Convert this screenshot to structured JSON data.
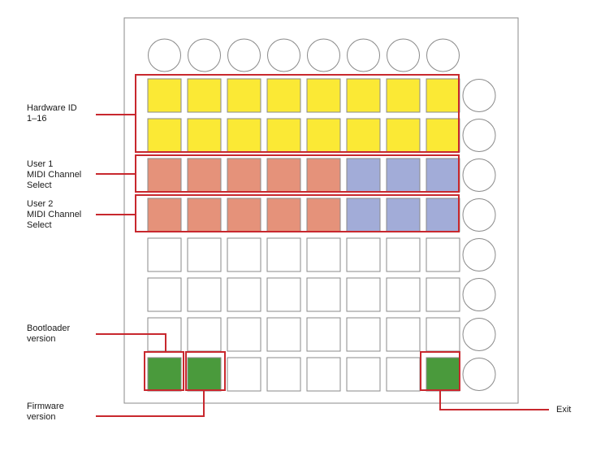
{
  "labels": {
    "hardware_id": [
      "Hardware ID",
      "1–16"
    ],
    "user1": [
      "User 1",
      "MIDI Channel",
      "Select"
    ],
    "user2": [
      "User 2",
      "MIDI Channel",
      "Select"
    ],
    "bootloader": [
      "Bootloader",
      "version"
    ],
    "firmware": [
      "Firmware",
      "version"
    ],
    "exit": "Exit"
  },
  "grid": {
    "rows": [
      [
        "yellow",
        "yellow",
        "yellow",
        "yellow",
        "yellow",
        "yellow",
        "yellow",
        "yellow"
      ],
      [
        "yellow",
        "yellow",
        "yellow",
        "yellow",
        "yellow",
        "yellow",
        "yellow",
        "yellow"
      ],
      [
        "salmon",
        "salmon",
        "salmon",
        "salmon",
        "salmon",
        "blue",
        "blue",
        "blue"
      ],
      [
        "salmon",
        "salmon",
        "salmon",
        "salmon",
        "salmon",
        "blue",
        "blue",
        "blue"
      ],
      [
        "off",
        "off",
        "off",
        "off",
        "off",
        "off",
        "off",
        "off"
      ],
      [
        "off",
        "off",
        "off",
        "off",
        "off",
        "off",
        "off",
        "off"
      ],
      [
        "off",
        "off",
        "off",
        "off",
        "off",
        "off",
        "off",
        "off"
      ],
      [
        "green",
        "green",
        "off",
        "off",
        "off",
        "off",
        "off",
        "green"
      ]
    ],
    "top_buttons": 8,
    "side_buttons": 8
  },
  "colors": {
    "yellow": "#fbe935",
    "salmon": "#e5927a",
    "blue": "#a2acd8",
    "green": "#4a9a3c",
    "off": "#ffffff",
    "highlight": "#c8282e",
    "outline": "#8a8a8a"
  }
}
